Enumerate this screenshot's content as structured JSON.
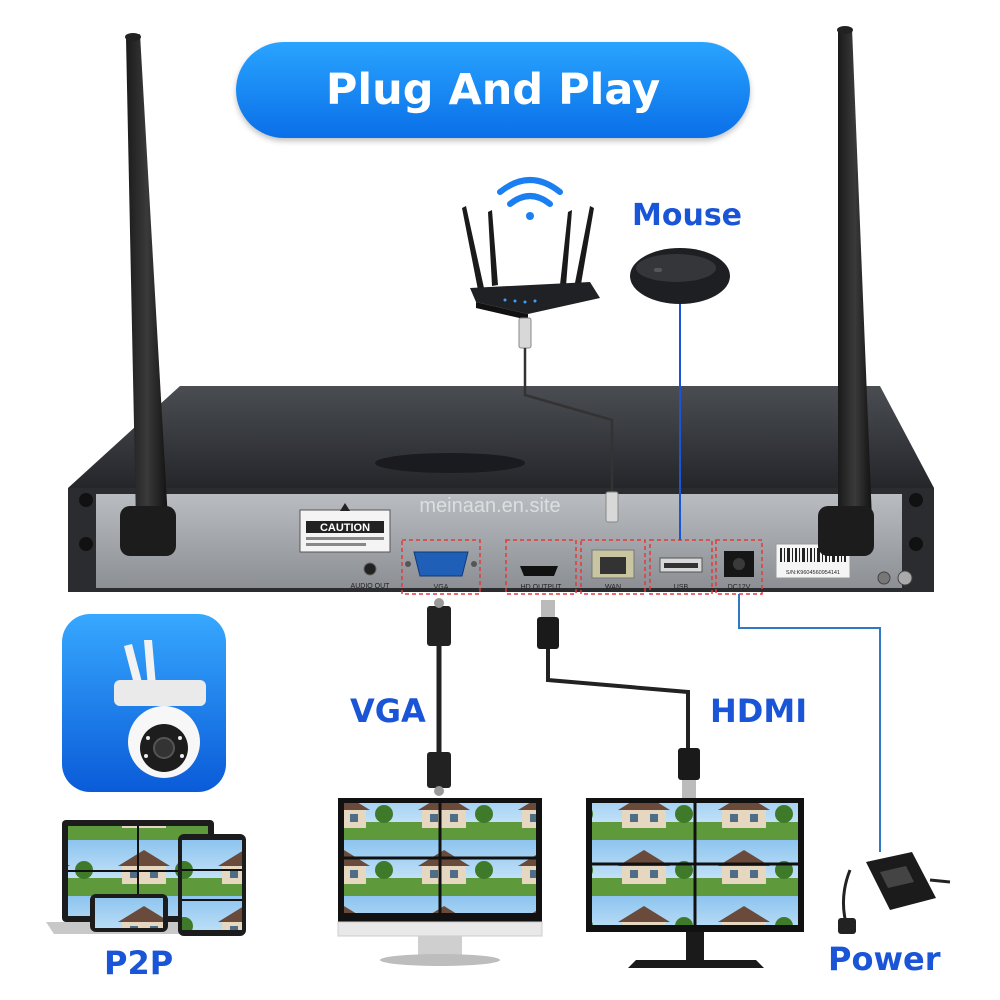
{
  "banner": {
    "title": "Plug And Play"
  },
  "labels": {
    "mouse": "Mouse",
    "vga": "VGA",
    "hdmi": "HDMI",
    "p2p": "P2P",
    "power": "Power"
  },
  "nvr": {
    "caution": "CAUTION",
    "watermark": "meinaan.en.site",
    "audio_out": "AUDIO OUT",
    "port_vga": "VGA",
    "port_hdmi": "HD OUTPUT",
    "port_wan": "WAN",
    "port_usb": "USB",
    "port_dc": "DC12V",
    "serial": "S/N:K9604560954141"
  },
  "colors": {
    "accent": "#1a55d8",
    "banner": "#1a8cf5",
    "cable": "#333333",
    "power_line": "#2f78c4"
  }
}
